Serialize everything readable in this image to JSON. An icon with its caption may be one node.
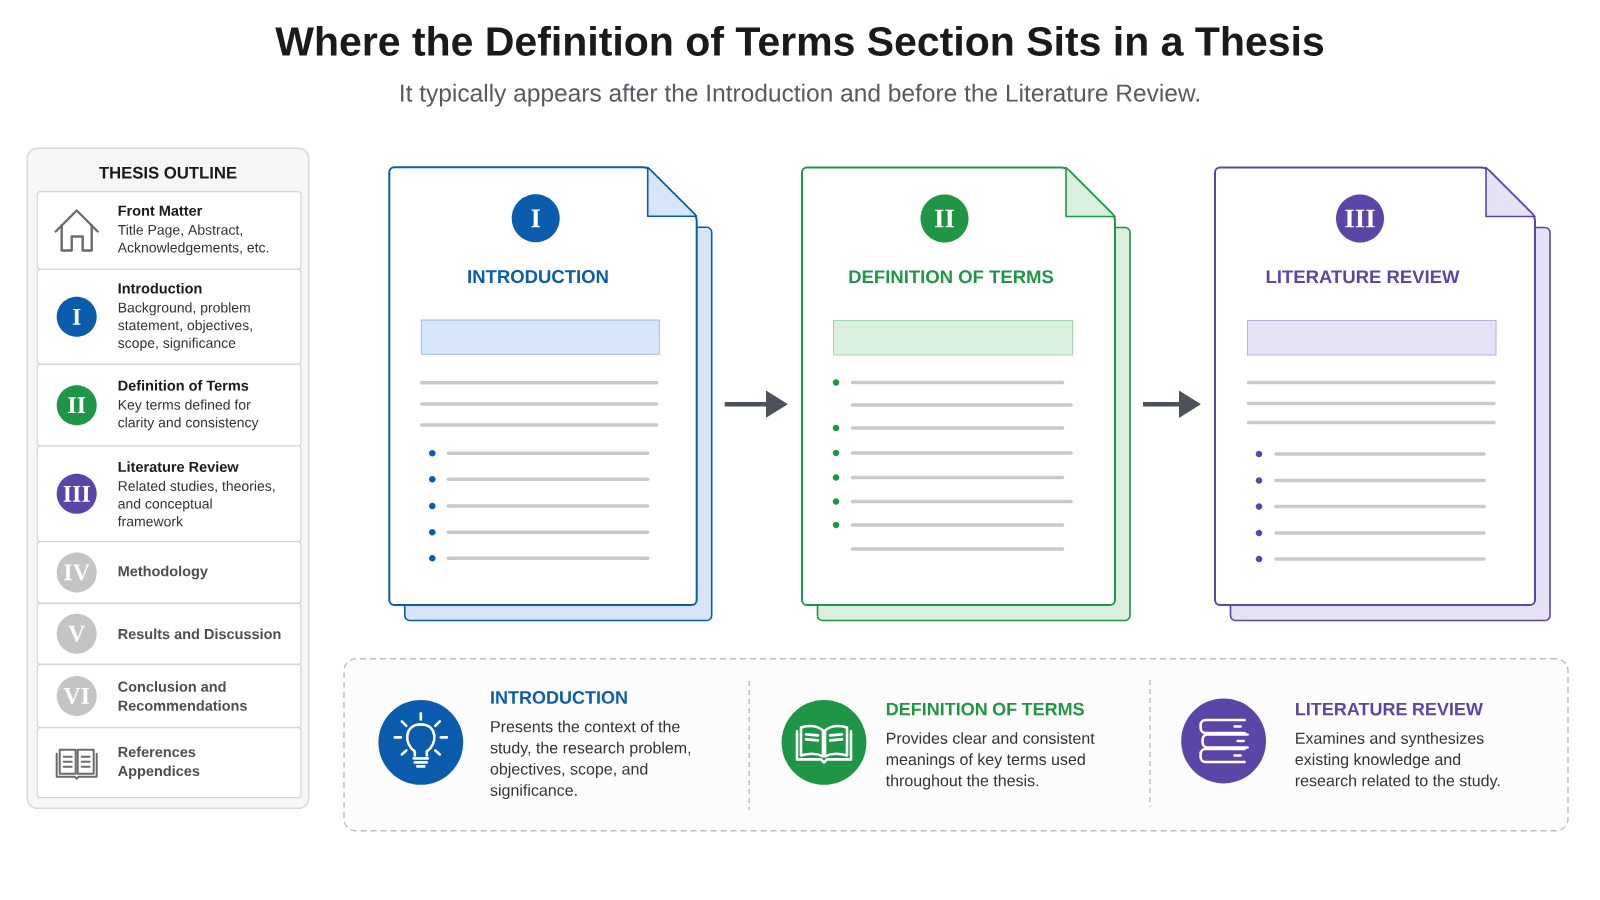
{
  "diagram": {
    "title": "Where the Definition of Terms Section Sits in a Thesis",
    "nodes": [
      {
        "text": [
          "THESIS OUTLINE"
        ]
      },
      {
        "text": [
          "Front Matter",
          "Title Page, Abstract, Acknowledgements, etc."
        ],
        "in": 0
      },
      {
        "text": [
          "Introduction",
          "Background, problem statement, objectives, scope, significance"
        ],
        "in": 0
      },
      {
        "text": [
          "I"
        ],
        "in": 2
      },
      {
        "text": [
          "Definition of Terms",
          "Key terms defined for clarity and consistency"
        ],
        "in": 0
      },
      {
        "text": [
          "II"
        ],
        "in": 4
      },
      {
        "text": [
          "Literature Review",
          "Related studies, theories, and conceptual framework"
        ],
        "in": 0
      },
      {
        "text": [
          "III"
        ],
        "in": 6
      },
      {
        "text": [
          "Methodology"
        ],
        "in": 0
      },
      {
        "text": [
          "IV"
        ],
        "in": 8
      },
      {
        "text": [
          "Results and Discussion"
        ],
        "in": 0
      },
      {
        "text": [
          "V"
        ],
        "in": 10
      },
      {
        "text": [
          "Conclusion and Recommendations"
        ],
        "in": 0
      },
      {
        "text": [
          "VI"
        ],
        "in": 12
      },
      {
        "text": [
          "References",
          "Appendices"
        ],
        "in": 0
      },
      {
        "text": [
          "INTRODUCTION"
        ]
      },
      {
        "text": [
          "I"
        ],
        "in": 15
      },
      {
        "text": [
          "DEFINITION OF TERMS"
        ]
      },
      {
        "text": [
          "II"
        ],
        "in": 17
      },
      {
        "text": [
          "LITERATURE REVIEW"
        ]
      },
      {
        "text": [
          "III"
        ],
        "in": 19
      },
      {
        "text": [],
        "shape": "box"
      },
      {
        "text": [
          "INTRODUCTION",
          "Presents the context of the study, the research problem, objectives, scope, and significance."
        ],
        "in": 21
      },
      {
        "text": [
          "DEFINITION OF TERMS",
          "Provides clear and consistent meanings of key terms used throughout the thesis."
        ],
        "in": 21
      },
      {
        "text": [
          "LITERATURE REVIEW",
          "Examines and synthesizes existing knowledge and research related to the study."
        ],
        "in": 21
      }
    ],
    "edges": [
      {
        "from": 15,
        "to": 17,
        "arrow": "to"
      },
      {
        "from": 17,
        "to": 19,
        "arrow": "to"
      }
    ],
    "labels": [
      "It typically appears after the Introduction and before the Literature Review."
    ]
  }
}
